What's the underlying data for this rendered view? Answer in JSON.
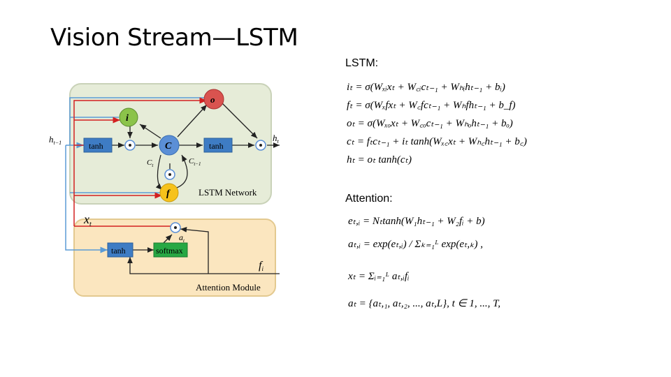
{
  "slide": {
    "title": "Vision Stream—LSTM"
  },
  "diagram": {
    "lstm_network_label": "LSTM Network",
    "attention_module_label": "Attention Module",
    "tanh_label": "tanh",
    "softmax_label": "softmax",
    "h_prev": "h",
    "h_prev_sub": "t−1",
    "h_out": "h",
    "h_out_sub": "t",
    "x_in": "x",
    "x_in_sub": "t",
    "gate_o": "o",
    "gate_i": "i",
    "gate_f": "f",
    "cell": "C",
    "sub_t": "t",
    "c_left": "C",
    "c_right": "C",
    "c_right_sub": "t−1",
    "a_label": "a",
    "f_label": "f",
    "f_sub": "i"
  },
  "lstm_section": {
    "heading": "LSTM:",
    "equations": [
      "iₜ = σ(Wₓᵢxₜ + W꜀ᵢcₜ₋₁ + Wₕᵢhₜ₋₁ + bᵢ)",
      "fₜ = σ(Wₓfxₜ + W꜀fcₜ₋₁ + Wₕfhₜ₋₁ + b_f)",
      "oₜ = σ(Wₓₒxₜ + W꜀ₒcₜ₋₁ + Wₕₒhₜ₋₁ + bₒ)",
      "cₜ = fₜcₜ₋₁ + iₜ tanh(Wₓ꜀xₜ + Wₕ꜀hₜ₋₁ + b꜀)",
      "hₜ = oₜ tanh(cₜ)"
    ]
  },
  "attention_section": {
    "heading": "Attention:",
    "equations": [
      "eₜ,ᵢ = Nₜtanh(W₁hₜ₋₁ + W₂fᵢ + b)",
      "aₜ,ᵢ = exp(eₜ,ᵢ) / Σₖ₌₁ᴸ exp(eₜ,ₖ) ,",
      "xₜ = Σᵢ₌₁ᴸ aₜ,ᵢfᵢ",
      "aₜ = {aₜ,₁, aₜ,₂, ..., aₜ,L},     t ∈ 1, ..., T,"
    ]
  }
}
